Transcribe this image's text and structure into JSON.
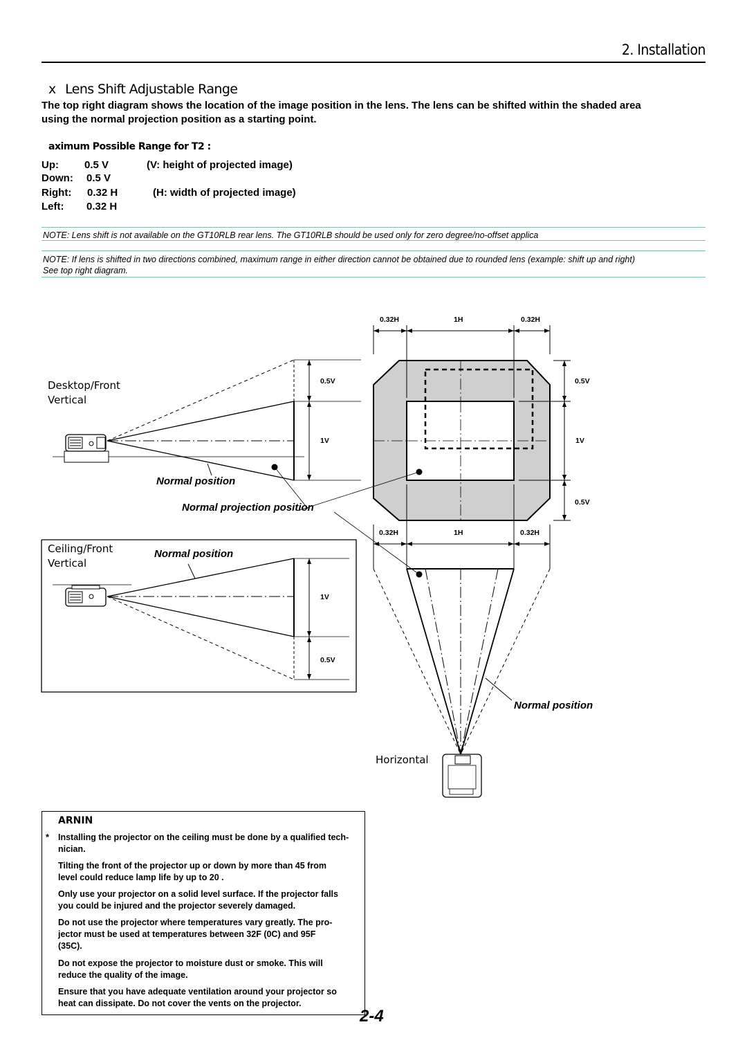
{
  "header": {
    "chapter": "2. Installation"
  },
  "section": {
    "bullet": "x",
    "title": "Lens Shift Adjustable Range"
  },
  "intro": "The top right diagram shows the location of the image position in the lens. The lens can be shifted within the shaded area\nusing the normal projection position as a starting point.",
  "max_range": {
    "title": "aximum Possible Range for   T2     :"
  },
  "specs": [
    {
      "dir": "Up:",
      "val": "0.5 V",
      "note": "(V: height of projected image)"
    },
    {
      "dir": "Down:",
      "val": "0.5 V",
      "note": ""
    },
    {
      "dir": "Right:",
      "val": "0.32 H",
      "note": "(H: width of projected image)"
    },
    {
      "dir": "Left:",
      "val": "0.32 H",
      "note": ""
    }
  ],
  "notes": [
    "NOTE: Lens shift is not available on the GT10RLB rear lens. The GT10RLB should be used only for  zero degree/no-offset  applica",
    "NOTE: If lens is shifted in two directions combined, maximum range in either direction cannot be obtained due to rounded lens (example: shift up and right)",
    "See top right diagram."
  ],
  "diagram": {
    "desktop_label": "Desktop/Front",
    "desktop_vertical": "Vertical",
    "ceiling_label": "Ceiling/Front",
    "ceiling_vertical": "Vertical",
    "horizontal_label": "Horizontal",
    "normal_position": "Normal position",
    "normal_projection_position": "Normal projection position",
    "dims": {
      "h032": "0.32H",
      "h1": "1H",
      "v05": "0.5V",
      "v1": "1V"
    }
  },
  "warning": {
    "title": "ARNIN",
    "star": "*",
    "items": [
      "Installing the projector on the ceiling must be done by a qualified tech-\nnician.",
      "Tilting the front of the projector up or down by more than 45 from\nlevel could reduce lamp life by up to 20   .",
      "Only use your projector on a solid  level surface. If the projector falls\nyou could be injured and the projector severely damaged.",
      "Do not use the projector where temperatures vary greatly. The pro-\njector must be used at temperatures between 32F (0C) and 95F\n(35C).",
      "Do not expose the projector to moisture  dust  or smoke. This will\nreduce the quality of the image.",
      "Ensure that you have adequate ventilation around your projector so\nheat can dissipate. Do not cover the vents on the projector."
    ]
  },
  "page_number": "2-4"
}
